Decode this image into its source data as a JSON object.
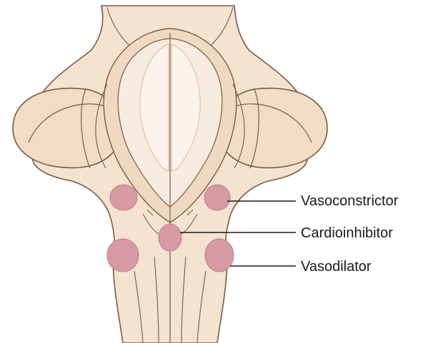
{
  "labels": {
    "vasoconstrictor": "Vasoconstrictor",
    "cardioinhibitor": "Cardioinhibitor",
    "vasodilator": "Vasodilator"
  },
  "colors": {
    "tissue_fill": "#f4e3cf",
    "tissue_shade": "#ecd2b6",
    "tissue_outline": "#7a5a48",
    "center_area": "#e9cfb2",
    "center_area_stroke": "#d8b896",
    "center_area_fill": "#f8ece0",
    "center_area_fill_2": "#fbf4ec",
    "center_area_stroke_2": "#ecd6bd",
    "center_area_stroke_3": "#e4c9a8",
    "center_area_stroke_4": "#efddc8",
    "nucleus_fill": "#d79aa5",
    "nucleus_stroke": "#c07b88",
    "leader_line": "#1a1a1a"
  },
  "icons": {
    "vasoconstrictor_area": "pink-oval-nucleus",
    "cardioinhibitor_area": "pink-oval-nucleus",
    "vasodilator_area": "pink-oval-nucleus"
  }
}
